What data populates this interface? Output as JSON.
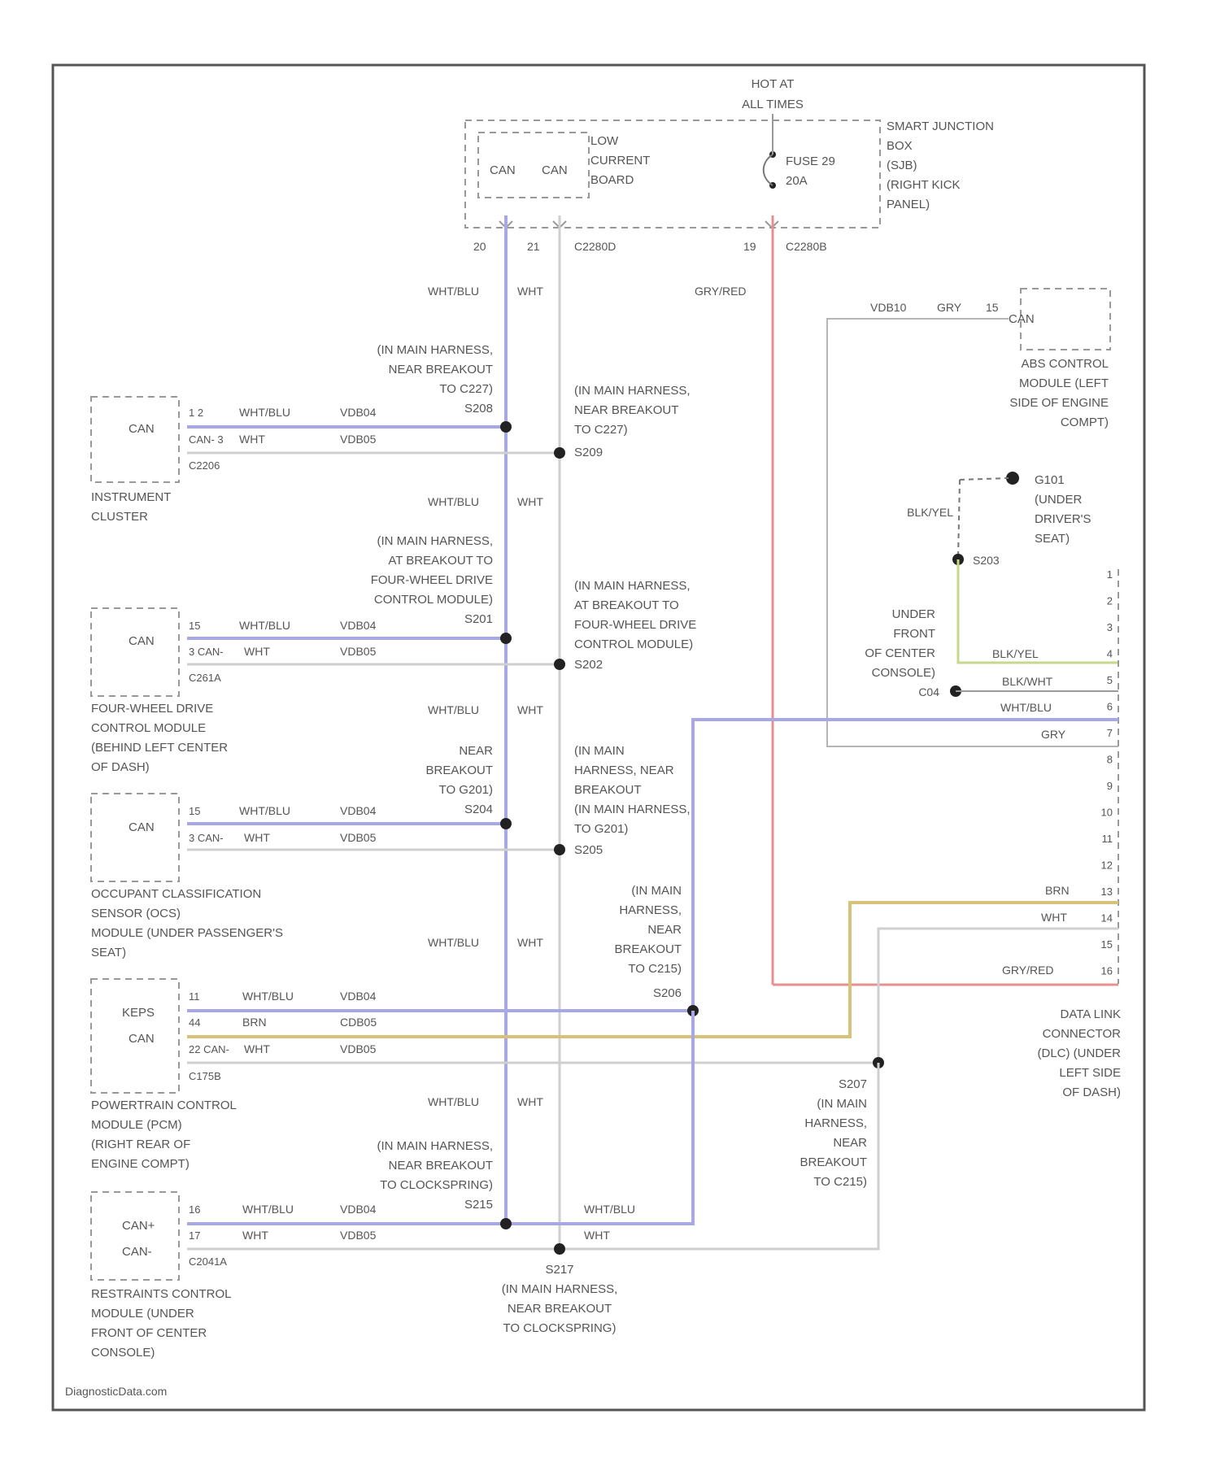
{
  "header": {
    "hot_line1": "HOT AT",
    "hot_line2": "ALL TIMES"
  },
  "sjb": {
    "name_lines": [
      "SMART JUNCTION",
      "BOX",
      "(SJB)",
      "(RIGHT KICK",
      "PANEL)"
    ],
    "can1": "CAN",
    "can2": "CAN",
    "board_lines": [
      "LOW",
      "CURRENT",
      "BOARD"
    ],
    "fuse_lines": [
      "FUSE 29",
      "20A"
    ],
    "pin_20": "20",
    "pin_21": "21",
    "conn_1": "C2280D",
    "pin_19": "19",
    "conn_2": "C2280B"
  },
  "wires": {
    "wht_blu": "WHT/BLU",
    "wht": "WHT",
    "gry_red": "GRY/RED",
    "blk_yel": "BLK/YEL",
    "blk_wht": "BLK/WHT",
    "gry": "GRY",
    "brn": "BRN",
    "vdb04": "VDB04",
    "vdb05": "VDB05",
    "vdb10": "VDB10",
    "cdb05": "CDB05"
  },
  "abs": {
    "can": "CAN",
    "label_lines": [
      "ABS CONTROL",
      "MODULE (LEFT",
      "SIDE OF ENGINE",
      "COMPT)"
    ],
    "pin": "15",
    "wire_color": "GRY"
  },
  "ground": {
    "g101_lines": [
      "G101",
      "(UNDER",
      "DRIVER'S",
      "SEAT)"
    ],
    "s203": "S203",
    "under_front_lines": [
      "UNDER",
      "FRONT",
      "OF CENTER",
      "CONSOLE)"
    ],
    "c04": "C04"
  },
  "ic": {
    "can": "CAN",
    "label_lines": [
      "INSTRUMENT",
      "CLUSTER"
    ],
    "pin_a": "1 2",
    "pin_b": "CAN- 3",
    "conn": "C2206"
  },
  "splices": {
    "s208_lines": [
      "(IN MAIN HARNESS,",
      "NEAR BREAKOUT",
      "TO C227)",
      "S208"
    ],
    "s209_lines": [
      "(IN MAIN HARNESS,",
      "NEAR BREAKOUT",
      "TO C227)",
      "S209"
    ],
    "s201_lines": [
      "(IN MAIN HARNESS,",
      "AT BREAKOUT TO",
      "FOUR-WHEEL DRIVE",
      "CONTROL MODULE)",
      "S201"
    ],
    "s202_lines": [
      "(IN MAIN HARNESS,",
      "AT BREAKOUT TO",
      "FOUR-WHEEL DRIVE",
      "CONTROL MODULE)",
      "S202"
    ],
    "s204_lines": [
      "NEAR",
      "BREAKOUT",
      "TO G201)",
      "S204"
    ],
    "s205_lines": [
      "(IN MAIN",
      "HARNESS, NEAR",
      "BREAKOUT",
      "(IN MAIN HARNESS,",
      "TO G201)",
      "S205"
    ],
    "s206_lines": [
      "(IN MAIN",
      "HARNESS,",
      "NEAR",
      "BREAKOUT",
      "TO C215)",
      "S206"
    ],
    "s207_lines": [
      "S207",
      "(IN MAIN",
      "HARNESS,",
      "NEAR",
      "BREAKOUT",
      "TO C215)"
    ],
    "s215_lines": [
      "(IN MAIN HARNESS,",
      "NEAR BREAKOUT",
      "TO CLOCKSPRING)",
      "S215"
    ],
    "s217_lines": [
      "S217",
      "(IN MAIN HARNESS,",
      "NEAR BREAKOUT",
      "TO CLOCKSPRING)"
    ]
  },
  "fwd": {
    "can": "CAN",
    "label_lines": [
      "FOUR-WHEEL DRIVE",
      "CONTROL MODULE",
      "(BEHIND LEFT CENTER",
      "OF DASH)"
    ],
    "pin_a": "15",
    "pin_b": "3 CAN-",
    "conn": "C261A"
  },
  "ocs": {
    "can": "CAN",
    "label_lines": [
      "OCCUPANT CLASSIFICATION",
      "SENSOR (OCS)",
      "MODULE (UNDER PASSENGER'S",
      "SEAT)"
    ],
    "pin_a": "15",
    "pin_b": "3 CAN-"
  },
  "pcm": {
    "keps": "KEPS",
    "can": "CAN",
    "label_lines": [
      "POWERTRAIN CONTROL",
      "MODULE (PCM)",
      "(RIGHT REAR OF",
      "ENGINE COMPT)"
    ],
    "pin_a": "11",
    "pin_b": "44",
    "pin_c": "22 CAN-",
    "conn": "C175B"
  },
  "rcm": {
    "can_plus": "CAN+",
    "can_minus": "CAN-",
    "label_lines": [
      "RESTRAINTS CONTROL",
      "MODULE (UNDER",
      "FRONT OF CENTER",
      "CONSOLE)"
    ],
    "pin_a": "16",
    "pin_b": "17",
    "conn": "C2041A"
  },
  "dlc": {
    "label_lines": [
      "DATA LINK",
      "CONNECTOR",
      "(DLC) (UNDER",
      "LEFT SIDE",
      "OF DASH)"
    ],
    "pins": [
      "1",
      "2",
      "3",
      "4",
      "5",
      "6",
      "7",
      "8",
      "9",
      "10",
      "11",
      "12",
      "13",
      "14",
      "15",
      "16"
    ],
    "w4": "BLK/YEL",
    "w5": "BLK/WHT",
    "w6": "WHT/BLU",
    "w7": "GRY",
    "w13": "BRN",
    "w14": "WHT",
    "w16": "GRY/RED"
  },
  "footer": {
    "source": "DiagnosticData.com"
  }
}
